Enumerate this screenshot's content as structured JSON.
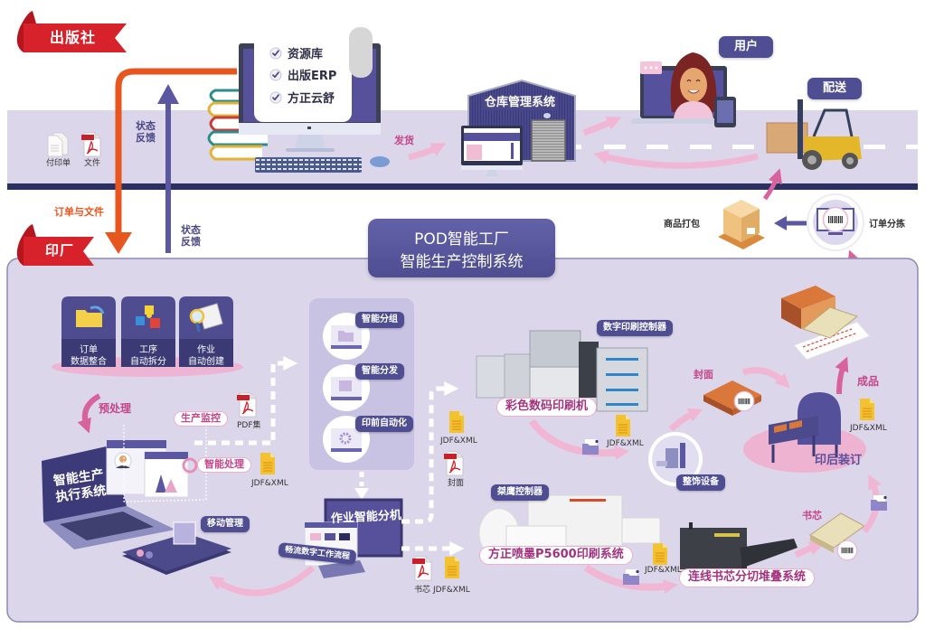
{
  "colors": {
    "band": "#dcd6ea",
    "navy": "#2a3160",
    "orange": "#e8561f",
    "label_purple": "#4f4e93",
    "pink_text": "#c4458a",
    "ribbon_red": "#d7222b"
  },
  "publisher": {
    "ribbon_label": "出版社",
    "docs": [
      {
        "label": "付印单",
        "icon": "document-icon"
      },
      {
        "label": "文件",
        "icon": "pdf-icon"
      }
    ],
    "checklist": [
      "资源库",
      "出版ERP",
      "方正云舒"
    ],
    "status_feedback": [
      "状态",
      "反馈"
    ],
    "ship_label": "发货",
    "warehouse_label": "仓库管理系统",
    "user_label": "用户",
    "delivery_label": "配送"
  },
  "flows": {
    "order_and_files": "订单与文件",
    "status_feedback": [
      "状态",
      "反馈"
    ]
  },
  "logistics": {
    "pack_label": "商品打包",
    "sort_label": "订单分拣"
  },
  "factory": {
    "ribbon_label": "印厂",
    "title": [
      "POD智能工厂",
      "智能生产控制系统"
    ],
    "tiles": [
      {
        "lines": [
          "订单",
          "数据整合"
        ],
        "icon": "folder-icon"
      },
      {
        "lines": [
          "工序",
          "自动拆分"
        ],
        "icon": "puzzle-icon"
      },
      {
        "lines": [
          "作业",
          "自动创建"
        ],
        "icon": "magnifier-document-icon"
      }
    ],
    "preprocess_label": "预处理",
    "production_monitor_label": "生产监控",
    "smart_processing_label": "智能处理",
    "pdf_set_label": "PDF集",
    "jdf_label": "JDF&XML",
    "mes_title": [
      "智能生产",
      "执行系统"
    ],
    "mobile_label": "移动管理",
    "prepress_steps": [
      "智能分组",
      "智能分发",
      "印前自动化"
    ],
    "job_router_label": "作业智能分机",
    "workflow_label": "畅流数字工作流程",
    "cover_pdf_label": "封面",
    "book_block_pdf_label": "书芯",
    "digital_press": {
      "label": "彩色数码印刷机",
      "controller_label": "数字印刷控制器"
    },
    "inkjet_press": {
      "label": "方正喷墨P5600印刷系统",
      "controller_label": "桀鹰控制器"
    },
    "finishing_label": "整饰设备",
    "cover_label": "封面",
    "binding_label": "印后装订",
    "finished_label": "成品",
    "book_block_label": "书芯",
    "stacking_label": "连线书芯分切堆叠系统"
  }
}
